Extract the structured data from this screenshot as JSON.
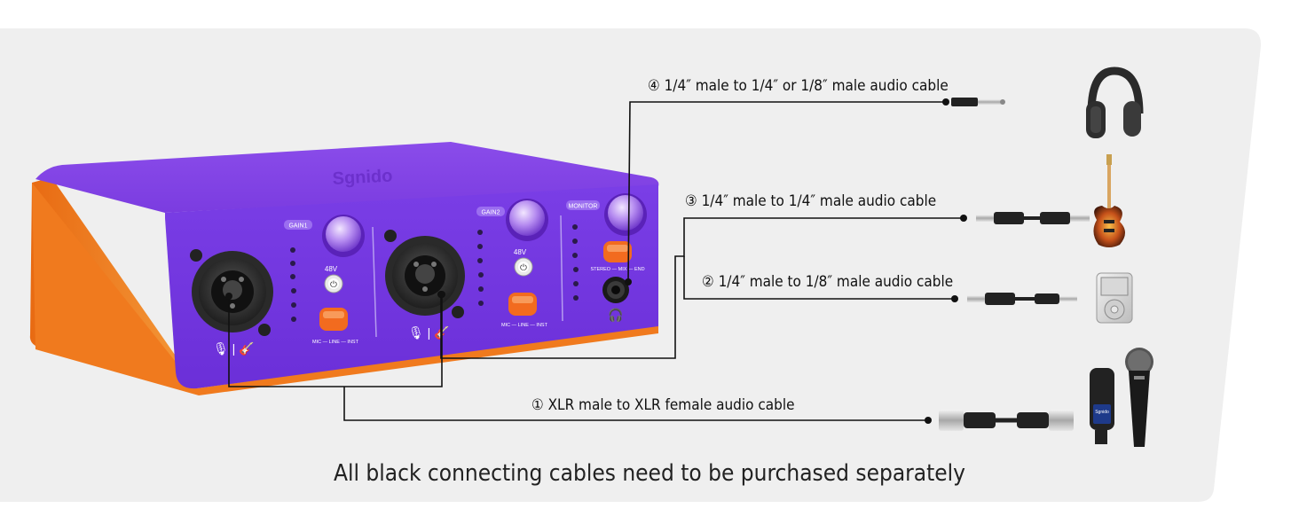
{
  "device": {
    "brand": "Sgnido",
    "gain1_label": "GAIN1",
    "gain2_label": "GAIN2",
    "monitor_label": "MONITOR",
    "phantom1_label": "48V",
    "phantom2_label": "48V",
    "mode_switch_label": "MIC — LINE — INST",
    "monitor_switch_label": "STEREO — MIX — END"
  },
  "connections": [
    {
      "number": "④",
      "text": "1/4″ male to 1/4″ or 1/8″ male audio cable",
      "target": "headphones"
    },
    {
      "number": "③",
      "text": "1/4″ male to 1/4″ male audio cable",
      "target": "electric-guitar"
    },
    {
      "number": "②",
      "text": "1/4″ male to 1/8″ male audio cable",
      "target": "mp3-player"
    },
    {
      "number": "①",
      "text": "XLR male to XLR female audio cable",
      "target": "microphones"
    }
  ],
  "mic_brand": "Sgnido",
  "note": "All black connecting cables need to be purchased separately",
  "colors": {
    "panel_bg": "#efefef",
    "device_purple": "#7e3fe4",
    "device_orange": "#f07a1e",
    "switch_orange": "#f26b1f",
    "cable_black": "#111111"
  }
}
